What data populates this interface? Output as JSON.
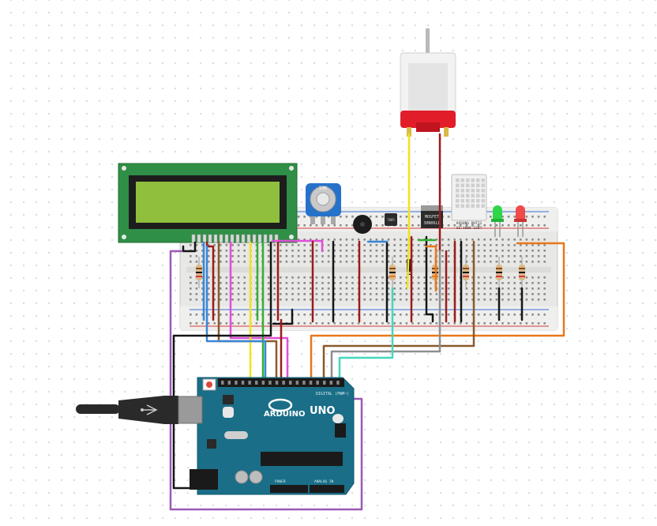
{
  "canvas": {
    "background": "#ffffff",
    "grid_dot_color": "#d9dde3"
  },
  "colors": {
    "lcd_board": "#2f8f46",
    "lcd_screen": "#8fbf3c",
    "breadboard": "#e8e8e6",
    "arduino": "#1a6e87",
    "motor_body": "#f2f2f2",
    "motor_cap": "#e11d2a",
    "wire_red": "#9b1b1b",
    "wire_black": "#151515",
    "wire_yellow": "#f2e21c",
    "wire_green": "#33b033",
    "wire_blue": "#3a86d6",
    "wire_pink": "#e04fd8",
    "wire_purple": "#9b59b6",
    "wire_orange": "#e8781a",
    "wire_brown": "#8a5a2b",
    "wire_grey": "#8e8e8e",
    "wire_cyan": "#46d6c0"
  },
  "components": {
    "pot_label": "10K",
    "mosfet_label_1": "MOSFET",
    "mosfet_label_2": "30N06LE",
    "sensor_label_1": "AOSONG DHT22",
    "sensor_label_2": "SE:1006-2287",
    "transistor_label": "7805",
    "arduino_brand": "ARDUINO",
    "arduino_model": "UNO",
    "arduino_digital_label": "DIGITAL (PWM~)",
    "arduino_power_label": "POWER",
    "arduino_analog_label": "ANALOG IN"
  },
  "icons": {
    "usb_cable": "usb-cable-icon",
    "led_green": "led-green-icon",
    "led_red": "led-red-icon"
  }
}
